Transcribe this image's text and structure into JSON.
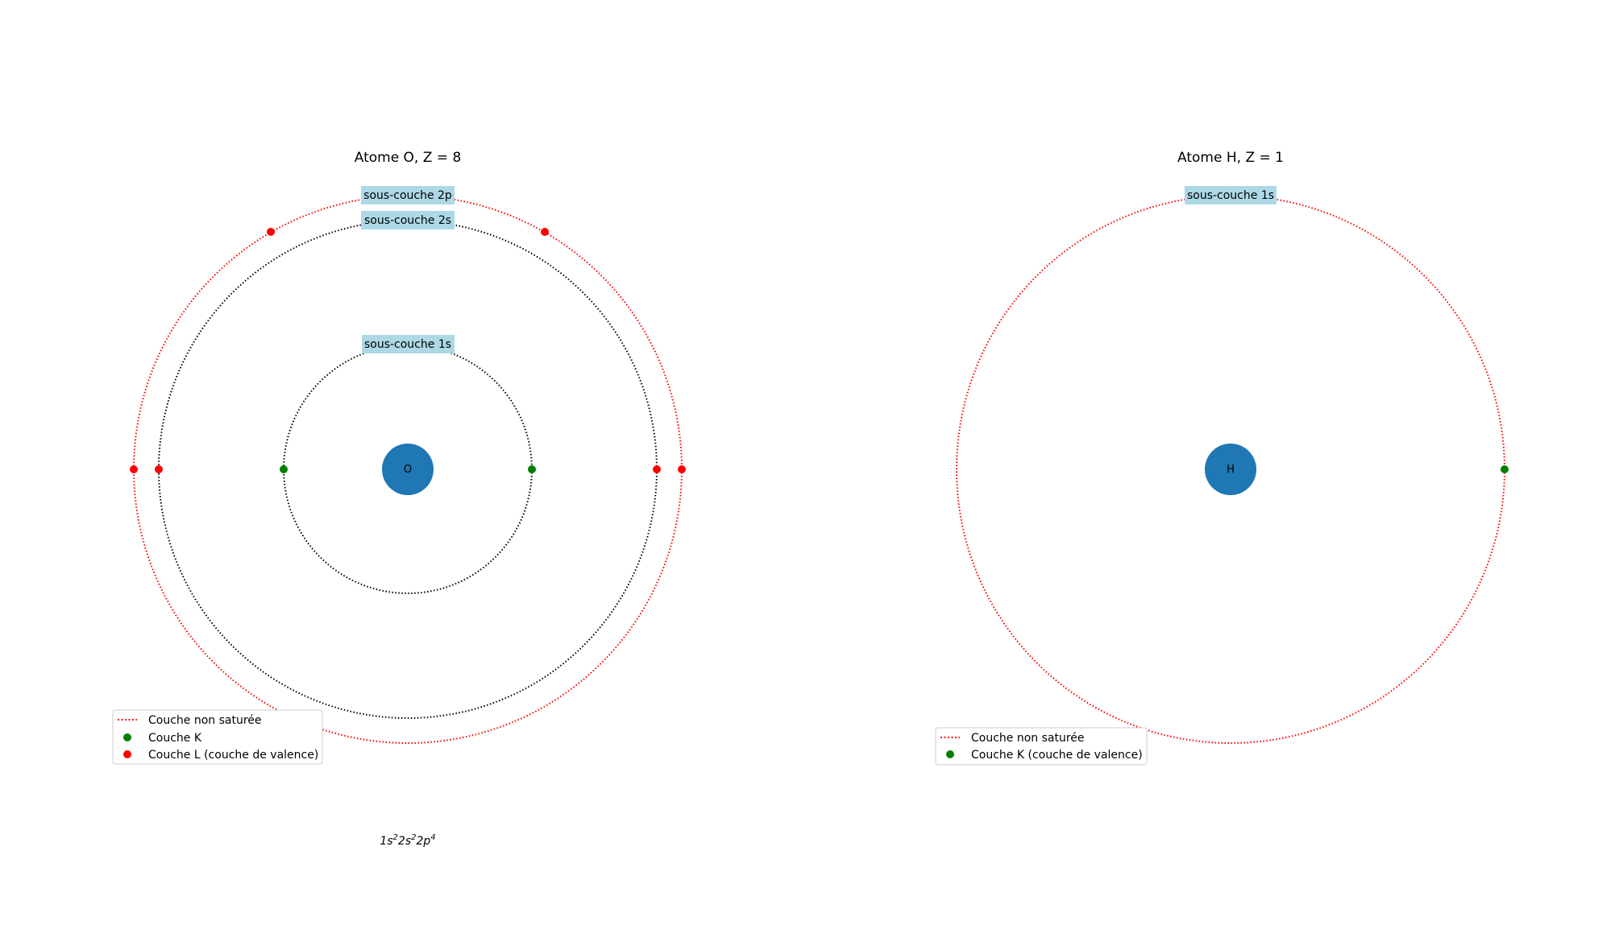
{
  "colors": {
    "nucleus": "#1f77b4",
    "shell_unsaturated": "#ff0000",
    "shell_saturated": "#000000",
    "electron_k": "#008000",
    "electron_l": "#ff0000",
    "label_bg": "#add8e6"
  },
  "atoms": [
    {
      "title": "Atome O, Z = 8",
      "nucleus": {
        "symbol": "O"
      },
      "shells": [
        {
          "label": "sous-couche 1s",
          "saturated": true,
          "electrons": [
            "K",
            "K"
          ]
        },
        {
          "label": "sous-couche 2s",
          "saturated": true,
          "electrons": [
            "L",
            "L"
          ]
        },
        {
          "label": "sous-couche 2p",
          "saturated": false,
          "electrons": [
            "L",
            "L",
            "L",
            "L"
          ]
        }
      ],
      "legend": [
        {
          "kind": "line",
          "label": "Couche non saturée"
        },
        {
          "kind": "dot-k",
          "label": "Couche K"
        },
        {
          "kind": "dot-l",
          "label": "Couche L (couche de valence)"
        }
      ],
      "configuration": {
        "parts": [
          {
            "base": "1s",
            "exp": "2"
          },
          {
            "base": "2s",
            "exp": "2"
          },
          {
            "base": "2p",
            "exp": "4"
          }
        ]
      }
    },
    {
      "title": "Atome H, Z = 1",
      "nucleus": {
        "symbol": "H"
      },
      "shells": [
        {
          "label": "sous-couche 1s",
          "saturated": false,
          "electrons": [
            "K"
          ]
        }
      ],
      "legend": [
        {
          "kind": "line",
          "label": "Couche non saturée"
        },
        {
          "kind": "dot-k",
          "label": "Couche K (couche de valence)"
        }
      ]
    }
  ]
}
